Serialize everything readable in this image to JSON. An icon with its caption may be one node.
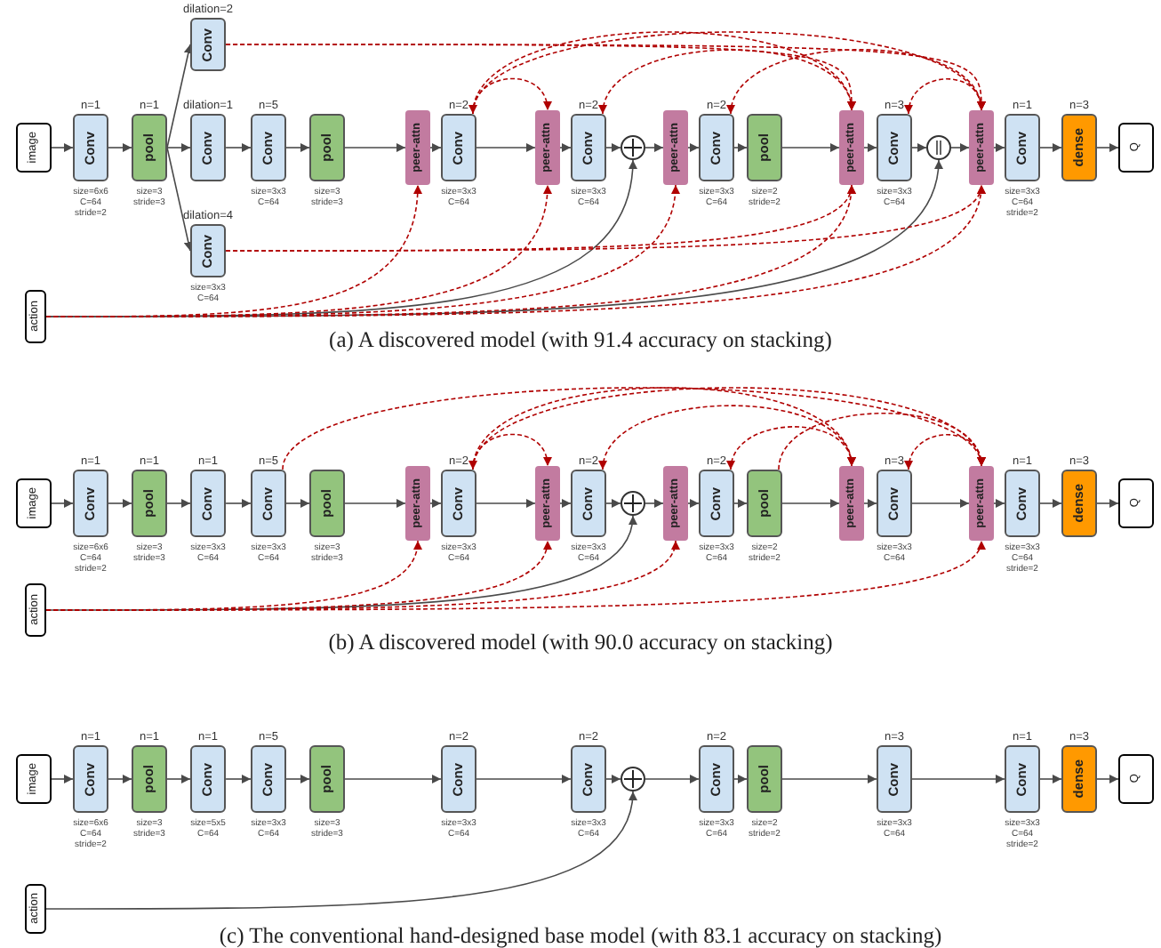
{
  "diagram": {
    "nodes": [
      {
        "text": [
          "image"
        ]
      },
      {
        "text": [
          "n=1",
          "Conv"
        ],
        "beside": [
          "size=6x6",
          "C=64",
          "stride=2"
        ]
      },
      {
        "text": [
          "n=1",
          "pool"
        ],
        "beside": [
          "size=3",
          "stride=3"
        ]
      },
      {
        "text": [
          "dilation=2",
          "Conv"
        ]
      },
      {
        "text": [
          "dilation=1",
          "Conv"
        ]
      },
      {
        "text": [
          "dilation=4",
          "Conv"
        ],
        "beside": [
          "size=3x3",
          "C=64"
        ]
      },
      {
        "text": [
          "n=5",
          "Conv"
        ],
        "beside": [
          "size=3x3",
          "C=64"
        ]
      },
      {
        "text": [
          "pool"
        ],
        "beside": [
          "size=3",
          "stride=3"
        ]
      },
      {
        "text": [
          "peer-attn"
        ]
      },
      {
        "text": [
          "n=2",
          "Conv"
        ],
        "beside": [
          "size=3x3",
          "C=64"
        ]
      },
      {
        "text": [
          "peer-attn"
        ]
      },
      {
        "text": [
          "n=2",
          "Conv"
        ],
        "beside": [
          "size=3x3",
          "C=64"
        ]
      },
      {
        "text": [],
        "shape": "plus-circle"
      },
      {
        "text": [
          "peer-attn"
        ]
      },
      {
        "text": [
          "n=2",
          "Conv"
        ],
        "beside": [
          "size=3x3",
          "C=64"
        ]
      },
      {
        "text": [
          "pool"
        ],
        "beside": [
          "size=2",
          "stride=2"
        ]
      },
      {
        "text": [
          "peer-attn"
        ]
      },
      {
        "text": [
          "n=3",
          "Conv"
        ],
        "beside": [
          "size=3x3",
          "C=64"
        ]
      },
      {
        "text": [],
        "shape": "bar-circle"
      },
      {
        "text": [
          "peer-attn"
        ]
      },
      {
        "text": [
          "n=1",
          "Conv"
        ],
        "beside": [
          "size=3x3",
          "C=64",
          "stride=2"
        ]
      },
      {
        "text": [
          "n=3",
          "dense"
        ]
      },
      {
        "text": [
          "Q"
        ]
      },
      {
        "text": [
          "action"
        ]
      },
      {
        "text": [
          "image"
        ]
      },
      {
        "text": [
          "n=1",
          "Conv"
        ],
        "beside": [
          "size=6x6",
          "C=64",
          "stride=2"
        ]
      },
      {
        "text": [
          "n=1",
          "pool"
        ],
        "beside": [
          "size=3",
          "stride=3"
        ]
      },
      {
        "text": [
          "n=1",
          "Conv"
        ],
        "beside": [
          "size=3x3",
          "C=64"
        ]
      },
      {
        "text": [
          "n=5",
          "Conv"
        ],
        "beside": [
          "size=3x3",
          "C=64"
        ]
      },
      {
        "text": [
          "pool"
        ],
        "beside": [
          "size=3",
          "stride=3"
        ]
      },
      {
        "text": [
          "peer-attn"
        ]
      },
      {
        "text": [
          "n=2",
          "Conv"
        ],
        "beside": [
          "size=3x3",
          "C=64"
        ]
      },
      {
        "text": [
          "peer-attn"
        ]
      },
      {
        "text": [
          "n=2",
          "Conv"
        ],
        "beside": [
          "size=3x3",
          "C=64"
        ]
      },
      {
        "text": [],
        "shape": "plus-circle"
      },
      {
        "text": [
          "peer-attn"
        ]
      },
      {
        "text": [
          "n=2",
          "Conv"
        ],
        "beside": [
          "size=3x3",
          "C=64"
        ]
      },
      {
        "text": [
          "pool"
        ],
        "beside": [
          "size=2",
          "stride=2"
        ]
      },
      {
        "text": [
          "peer-attn"
        ]
      },
      {
        "text": [
          "n=3",
          "Conv"
        ],
        "beside": [
          "size=3x3",
          "C=64"
        ]
      },
      {
        "text": [
          "peer-attn"
        ]
      },
      {
        "text": [
          "n=1",
          "Conv"
        ],
        "beside": [
          "size=3x3",
          "C=64",
          "stride=2"
        ]
      },
      {
        "text": [
          "n=3",
          "dense"
        ]
      },
      {
        "text": [
          "Q"
        ]
      },
      {
        "text": [
          "action"
        ]
      },
      {
        "text": [
          "image"
        ]
      },
      {
        "text": [
          "n=1",
          "Conv"
        ],
        "beside": [
          "size=6x6",
          "C=64",
          "stride=2"
        ]
      },
      {
        "text": [
          "n=1",
          "pool"
        ],
        "beside": [
          "size=3",
          "stride=3"
        ]
      },
      {
        "text": [
          "n=1",
          "Conv"
        ],
        "beside": [
          "size=5x5",
          "C=64"
        ]
      },
      {
        "text": [
          "n=5",
          "Conv"
        ],
        "beside": [
          "size=3x3",
          "C=64"
        ]
      },
      {
        "text": [
          "pool"
        ],
        "beside": [
          "size=3",
          "stride=3"
        ]
      },
      {
        "text": [
          "n=2",
          "Conv"
        ],
        "beside": [
          "size=3x3",
          "C=64"
        ]
      },
      {
        "text": [
          "n=2",
          "Conv"
        ],
        "beside": [
          "size=3x3",
          "C=64"
        ]
      },
      {
        "text": [],
        "shape": "plus-circle"
      },
      {
        "text": [
          "n=2",
          "Conv"
        ],
        "beside": [
          "size=3x3",
          "C=64"
        ]
      },
      {
        "text": [
          "pool"
        ],
        "beside": [
          "size=2",
          "stride=2"
        ]
      },
      {
        "text": [
          "n=3",
          "Conv"
        ],
        "beside": [
          "size=3x3",
          "C=64"
        ]
      },
      {
        "text": [
          "n=1",
          "Conv"
        ],
        "beside": [
          "size=3x3",
          "C=64",
          "stride=2"
        ]
      },
      {
        "text": [
          "n=3",
          "dense"
        ]
      },
      {
        "text": [
          "Q"
        ]
      },
      {
        "text": [
          "action"
        ]
      }
    ],
    "edges": [
      {
        "from": 0,
        "to": 1,
        "arrow": "to"
      },
      {
        "from": 1,
        "to": 2,
        "arrow": "to"
      },
      {
        "from": 2,
        "to": 3,
        "arrow": "to"
      },
      {
        "from": 2,
        "to": 4,
        "arrow": "to"
      },
      {
        "from": 2,
        "to": 5,
        "arrow": "to"
      },
      {
        "from": 4,
        "to": 6,
        "arrow": "to"
      },
      {
        "from": 6,
        "to": 7,
        "arrow": "to"
      },
      {
        "from": 7,
        "to": 8,
        "arrow": "to"
      },
      {
        "from": 8,
        "to": 9,
        "arrow": "to"
      },
      {
        "from": 9,
        "to": 10,
        "arrow": "to"
      },
      {
        "from": 10,
        "to": 11,
        "arrow": "to"
      },
      {
        "from": 11,
        "to": 12,
        "arrow": "to"
      },
      {
        "from": 12,
        "to": 13,
        "arrow": "to"
      },
      {
        "from": 13,
        "to": 14,
        "arrow": "to"
      },
      {
        "from": 14,
        "to": 15,
        "arrow": "to"
      },
      {
        "from": 15,
        "to": 16,
        "arrow": "to"
      },
      {
        "from": 16,
        "to": 17,
        "arrow": "to"
      },
      {
        "from": 17,
        "to": 18,
        "arrow": "to"
      },
      {
        "from": 18,
        "to": 19,
        "arrow": "to"
      },
      {
        "from": 19,
        "to": 20,
        "arrow": "to"
      },
      {
        "from": 20,
        "to": 21,
        "arrow": "to"
      },
      {
        "from": 21,
        "to": 22,
        "arrow": "to"
      },
      {
        "from": 23,
        "to": 12,
        "arrow": "to"
      },
      {
        "from": 23,
        "to": 18,
        "arrow": "to"
      },
      {
        "from": 3,
        "to": 16,
        "arrow": "to",
        "style": "dashed",
        "color": "#b00000"
      },
      {
        "from": 3,
        "to": 19,
        "arrow": "to",
        "style": "dashed",
        "color": "#b00000"
      },
      {
        "from": 5,
        "to": 16,
        "arrow": "to",
        "style": "dashed",
        "color": "#b00000"
      },
      {
        "from": 5,
        "to": 19,
        "arrow": "to",
        "style": "dashed",
        "color": "#b00000"
      },
      {
        "from": 23,
        "to": 8,
        "arrow": "to",
        "style": "dashed",
        "color": "#b00000"
      },
      {
        "from": 23,
        "to": 10,
        "arrow": "to",
        "style": "dashed",
        "color": "#b00000"
      },
      {
        "from": 23,
        "to": 13,
        "arrow": "to",
        "style": "dashed",
        "color": "#b00000"
      },
      {
        "from": 23,
        "to": 16,
        "arrow": "to",
        "style": "dashed",
        "color": "#b00000"
      },
      {
        "from": 23,
        "to": 19,
        "arrow": "to",
        "style": "dashed",
        "color": "#b00000"
      },
      {
        "from": 9,
        "to": 10,
        "arrow": "both",
        "style": "dashed",
        "color": "#b00000"
      },
      {
        "from": 9,
        "to": 16,
        "arrow": "to",
        "style": "dashed",
        "color": "#b00000"
      },
      {
        "from": 9,
        "to": 19,
        "arrow": "to",
        "style": "dashed",
        "color": "#b00000"
      },
      {
        "from": 11,
        "to": 16,
        "arrow": "both",
        "style": "dashed",
        "color": "#b00000"
      },
      {
        "from": 14,
        "to": 19,
        "arrow": "both",
        "style": "dashed",
        "color": "#b00000"
      },
      {
        "from": 17,
        "to": 19,
        "arrow": "both",
        "style": "dashed",
        "color": "#b00000"
      },
      {
        "from": 24,
        "to": 25,
        "arrow": "to"
      },
      {
        "from": 25,
        "to": 26,
        "arrow": "to"
      },
      {
        "from": 26,
        "to": 27,
        "arrow": "to"
      },
      {
        "from": 27,
        "to": 28,
        "arrow": "to"
      },
      {
        "from": 28,
        "to": 29,
        "arrow": "to"
      },
      {
        "from": 29,
        "to": 30,
        "arrow": "to"
      },
      {
        "from": 30,
        "to": 31,
        "arrow": "to"
      },
      {
        "from": 31,
        "to": 32,
        "arrow": "to"
      },
      {
        "from": 32,
        "to": 33,
        "arrow": "to"
      },
      {
        "from": 33,
        "to": 34,
        "arrow": "to"
      },
      {
        "from": 34,
        "to": 35,
        "arrow": "to"
      },
      {
        "from": 35,
        "to": 36,
        "arrow": "to"
      },
      {
        "from": 36,
        "to": 37,
        "arrow": "to"
      },
      {
        "from": 37,
        "to": 38,
        "arrow": "to"
      },
      {
        "from": 38,
        "to": 39,
        "arrow": "to"
      },
      {
        "from": 39,
        "to": 40,
        "arrow": "to"
      },
      {
        "from": 40,
        "to": 41,
        "arrow": "to"
      },
      {
        "from": 41,
        "to": 42,
        "arrow": "to"
      },
      {
        "from": 42,
        "to": 43,
        "arrow": "to"
      },
      {
        "from": 44,
        "to": 34,
        "arrow": "to"
      },
      {
        "from": 44,
        "to": 30,
        "arrow": "to",
        "style": "dashed",
        "color": "#b00000"
      },
      {
        "from": 44,
        "to": 32,
        "arrow": "to",
        "style": "dashed",
        "color": "#b00000"
      },
      {
        "from": 44,
        "to": 35,
        "arrow": "to",
        "style": "dashed",
        "color": "#b00000"
      },
      {
        "from": 44,
        "to": 40,
        "arrow": "to",
        "style": "dashed",
        "color": "#b00000"
      },
      {
        "from": 28,
        "to": 40,
        "arrow": "to",
        "style": "dashed",
        "color": "#b00000"
      },
      {
        "from": 31,
        "to": 32,
        "arrow": "both",
        "style": "dashed",
        "color": "#b00000"
      },
      {
        "from": 31,
        "to": 38,
        "arrow": "to",
        "style": "dashed",
        "color": "#b00000"
      },
      {
        "from": 31,
        "to": 40,
        "arrow": "to",
        "style": "dashed",
        "color": "#b00000"
      },
      {
        "from": 33,
        "to": 38,
        "arrow": "both",
        "style": "dashed",
        "color": "#b00000"
      },
      {
        "from": 36,
        "to": 38,
        "arrow": "both",
        "style": "dashed",
        "color": "#b00000"
      },
      {
        "from": 37,
        "to": 40,
        "arrow": "to",
        "style": "dashed",
        "color": "#b00000"
      },
      {
        "from": 39,
        "to": 40,
        "arrow": "both",
        "style": "dashed",
        "color": "#b00000"
      },
      {
        "from": 45,
        "to": 46,
        "arrow": "to"
      },
      {
        "from": 46,
        "to": 47,
        "arrow": "to"
      },
      {
        "from": 47,
        "to": 48,
        "arrow": "to"
      },
      {
        "from": 48,
        "to": 49,
        "arrow": "to"
      },
      {
        "from": 49,
        "to": 50,
        "arrow": "to"
      },
      {
        "from": 50,
        "to": 51,
        "arrow": "to"
      },
      {
        "from": 51,
        "to": 52,
        "arrow": "to"
      },
      {
        "from": 52,
        "to": 53,
        "arrow": "to"
      },
      {
        "from": 53,
        "to": 54,
        "arrow": "to"
      },
      {
        "from": 54,
        "to": 55,
        "arrow": "to"
      },
      {
        "from": 55,
        "to": 56,
        "arrow": "to"
      },
      {
        "from": 56,
        "to": 57,
        "arrow": "to"
      },
      {
        "from": 57,
        "to": 58,
        "arrow": "to"
      },
      {
        "from": 58,
        "to": 59,
        "arrow": "to"
      },
      {
        "from": 60,
        "to": 53,
        "arrow": "to"
      }
    ],
    "labels": [
      "(a) A discovered model (with 91.4 accuracy on stacking)",
      "(b) A discovered model (with 90.0 accuracy on stacking)",
      "(c) The conventional hand-designed base model (with 83.1 accuracy on stacking)"
    ]
  }
}
